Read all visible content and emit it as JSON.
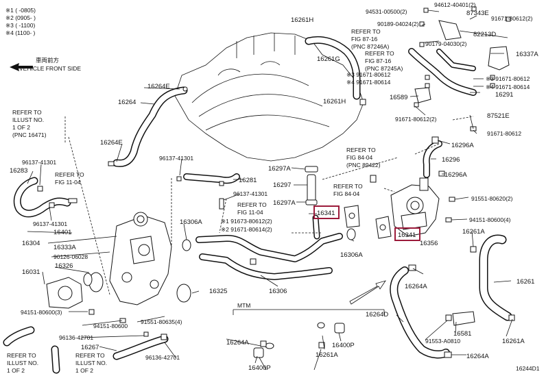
{
  "header_notes": [
    "※1 (     -0805)",
    "※2 (0905-     )",
    "※3 (     -1100)",
    "※4 (1100-     )"
  ],
  "vehicle_front": {
    "jp": "車両前方",
    "en": "VEHICLE FRONT SIDE"
  },
  "figure_id": "16244D1",
  "mtm_label": "MTM",
  "refer": {
    "illust_16471": [
      "REFER TO",
      "ILLUST NO.",
      "1 OF 2",
      "(PNC 16471)"
    ],
    "fig_11_04_left": [
      "REFER TO",
      "FIG 11-04"
    ],
    "fig_11_04_mid": [
      "REFER TO",
      "FIG 11-04"
    ],
    "fig_87_16_a": [
      "REFER TO",
      "FIG 87-16",
      "(PNC 87246A)"
    ],
    "fig_87_16_b": [
      "REFER TO",
      "FIG 87-16",
      "(PNC 87245A)"
    ],
    "fig_84_04_a": [
      "REFER TO",
      "FIG 84-04",
      "(PNC 89422)"
    ],
    "fig_84_04_b": [
      "REFER TO",
      "FIG 84-04"
    ],
    "illust_bottom": [
      "REFER TO",
      "ILLUST NO.",
      "1 OF 2"
    ],
    "illust_bottom2": [
      "REFER TO",
      "ILLUST NO.",
      "1 OF 2"
    ]
  },
  "parts": {
    "p16261H_top": "16261H",
    "p16261G": "16261G",
    "p16261H_mid": "16261H",
    "p16264E_top": "16264E",
    "p16264": "16264",
    "p16264E_mid": "16264E",
    "p96137_41301_a": "96137-41301",
    "p16283": "16283",
    "p96137_41301_b": "96137-41301",
    "p16401": "16401",
    "p16304": "16304",
    "p16333A": "16333A",
    "p90126_06028": "90126-06028",
    "p16326": "16326",
    "p16031": "16031",
    "p94151_80600_3": "94151-80600(3)",
    "p94151_80600": "94151-80600",
    "p91551_80635_4": "91551-80635(4)",
    "p96136_42701_a": "96136-42701",
    "p16267": "16267",
    "p96136_42701_b": "96136-42701",
    "p96137_41301_c": "96137-41301",
    "p16281": "16281",
    "p96137_41301_d": "96137-41301",
    "p91673_80612_2": "※1 91673-80612(2)",
    "p91671_80614_2": "※2 91671-80614(2)",
    "p16306A_left": "16306A",
    "p16325": "16325",
    "p16306": "16306",
    "p16297A_top": "16297A",
    "p16297": "16297",
    "p16297A_bot": "16297A",
    "p16341_a": "16341",
    "p16306A_right": "16306A",
    "p16341_b": "16341",
    "p16356": "16356",
    "p94531_00500_2": "94531-00500(2)",
    "p94612_40401_2": "94612-40401(2)",
    "p87343E": "87343E",
    "p90189_04024_2": "90189-04024(2)",
    "p91671_80612_2_top": "91671-80612(2)",
    "p82213D": "82213D",
    "p90179_04030_2": "90179-04030(2)",
    "p16337A": "16337A",
    "p91671_80612_3": "※3 91671-80612",
    "p91671_80614_4": "※4 91671-80614",
    "p91671_80612_r1": "※3 91671-80612",
    "p91671_80614_r1": "※4 91671-80614",
    "p16291": "16291",
    "p16589": "16589",
    "p91671_80612_2_mid": "91671-80612(2)",
    "p87521E": "87521E",
    "p91671_80612_r2": "91671-80612",
    "p16296A_top": "16296A",
    "p16296": "16296",
    "p16296A_bot": "16296A",
    "p91551_80620_2": "91551-80620(2)",
    "p94151_80600_4": "94151-80600(4)",
    "p16261A_r1": "16261A",
    "p16261_r": "16261",
    "p16264A_mid": "16264A",
    "p16264D": "16264D",
    "p16581": "16581",
    "p91553_A0810": "91553-A0810",
    "p16261A_r2": "16261A",
    "p16264A_bot": "16264A",
    "p16264A_mtm": "16264A",
    "p16400P_a": "16400P",
    "p16261A_mtm": "16261A",
    "p16400P_b": "16400P"
  }
}
